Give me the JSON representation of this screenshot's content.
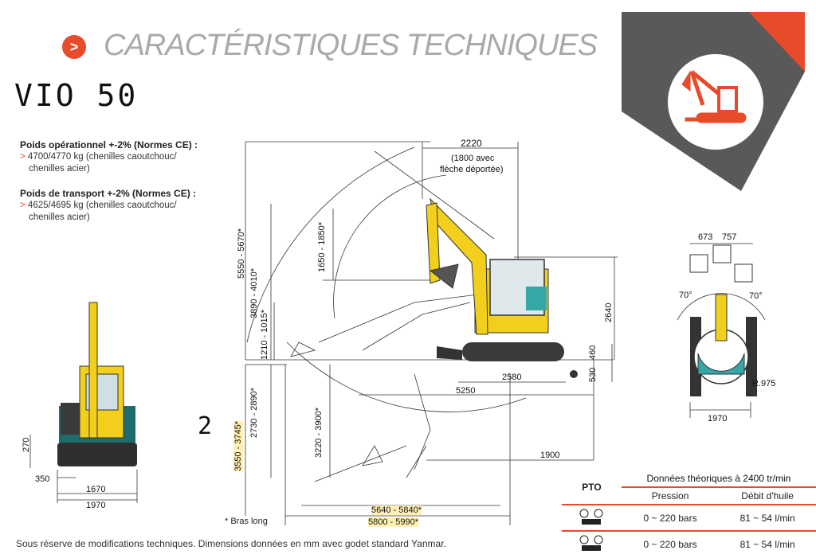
{
  "header": {
    "arrow": ">",
    "title": "CARACTÉRISTIQUES TECHNIQUES",
    "model_handwritten": "VIO 50"
  },
  "specs": {
    "op_weight_title": "Poids opérationnel +-2% (Normes CE) :",
    "op_weight_line1": "4700/4770 kg (chenilles caoutchouc/",
    "op_weight_line2": "chenilles acier)",
    "transport_weight_title": "Poids de transport +-2% (Normes CE) :",
    "transport_weight_line1": "4625/4695 kg (chenilles caoutchouc/",
    "transport_weight_line2": "chenilles acier)",
    "bullet": ">"
  },
  "dimensions": {
    "d2220": "2220",
    "d1800": "(1800 avec",
    "d1800b": "flèche déportée)",
    "d5550": "5550 - 5670*",
    "d3890": "3890 - 4010*",
    "d1650": "1650 - 1850*",
    "d1210": "1210 - 1015*",
    "d2730": "2730 - 2890*",
    "d3550": "3550 - 3745*",
    "d3220": "3220 - 3900*",
    "d2640": "2640",
    "d530": "530",
    "d460": "460",
    "d2580": "2580",
    "d5250": "5250",
    "d1900": "1900",
    "d5640": "5640 - 5840*",
    "d5800": "5800 - 5990*",
    "d270": "270",
    "d350": "350",
    "d1670": "1670",
    "d1970a": "1970",
    "d673": "673",
    "d757": "757",
    "d70a": "70°",
    "d70b": "70°",
    "r975": "R.975",
    "d1970b": "1970",
    "bras_long": "* Bras long",
    "hand_2": "2"
  },
  "pto": {
    "label": "PTO",
    "header": "Données théoriques à 2400 tr/min",
    "col_pression": "Pression",
    "col_debit": "Débit d'huile",
    "rows": [
      {
        "pression": "0 ~ 220 bars",
        "debit": "81 ~ 54 l/min"
      },
      {
        "pression": "0 ~ 220 bars",
        "debit": "81 ~ 54 l/min"
      }
    ]
  },
  "footer": "Sous réserve de modifications techniques. Dimensions données en mm avec godet standard Yanmar.",
  "colors": {
    "accent": "#e84b2a",
    "machine": "#f2cf1c",
    "teal": "#35a7a6",
    "dark": "#4a4a4a"
  }
}
